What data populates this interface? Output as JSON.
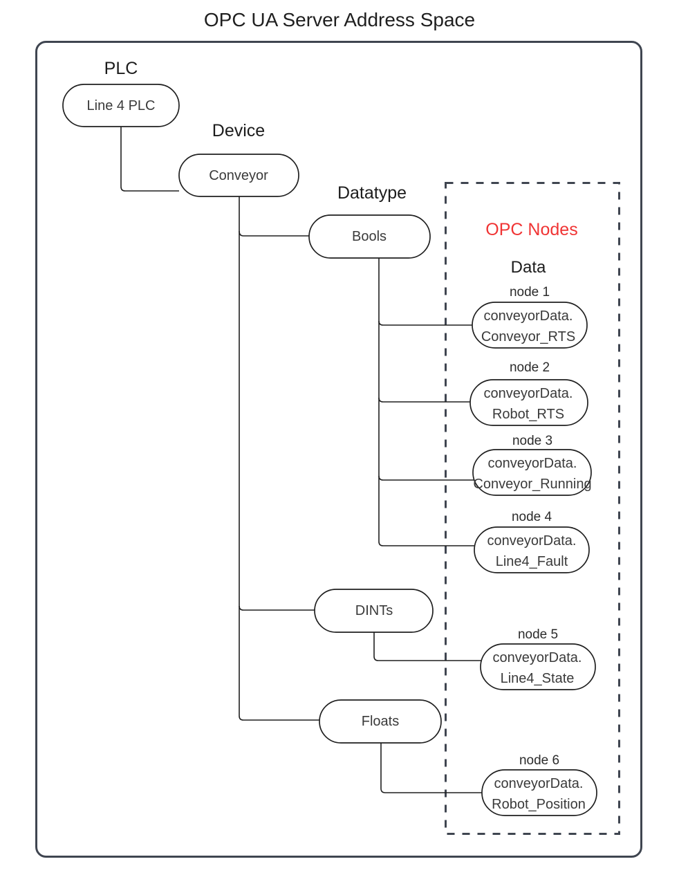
{
  "title": "OPC UA Server Address Space",
  "colors": {
    "outer_border": "#3f4550",
    "dashed_border": "#3f4550",
    "node_stroke": "#1f1f1f",
    "connector": "#1f1f1f",
    "text": "#3a3a3a",
    "accent_red": "#f03434",
    "background": "#ffffff"
  },
  "groups": {
    "plc_label": "PLC",
    "device_label": "Device",
    "datatype_label": "Datatype",
    "opc_nodes_label": "OPC Nodes",
    "data_label": "Data"
  },
  "tree": {
    "plc": {
      "label": "Line 4 PLC"
    },
    "device": {
      "label": "Conveyor"
    },
    "datatypes": [
      {
        "label": "Bools"
      },
      {
        "label": "DINTs"
      },
      {
        "label": "Floats"
      }
    ]
  },
  "nodes": [
    {
      "caption": "node 1",
      "line1": "conveyorData.",
      "line2": "Conveyor_RTS",
      "parent": "Bools"
    },
    {
      "caption": "node 2",
      "line1": "conveyorData.",
      "line2": "Robot_RTS",
      "parent": "Bools"
    },
    {
      "caption": "node 3",
      "line1": "conveyorData.",
      "line2": "Conveyor_Running",
      "parent": "Bools"
    },
    {
      "caption": "node 4",
      "line1": "conveyorData.",
      "line2": "Line4_Fault",
      "parent": "Bools"
    },
    {
      "caption": "node 5",
      "line1": "conveyorData.",
      "line2": "Line4_State",
      "parent": "DINTs"
    },
    {
      "caption": "node 6",
      "line1": "conveyorData.",
      "line2": "Robot_Position",
      "parent": "Floats"
    }
  ]
}
